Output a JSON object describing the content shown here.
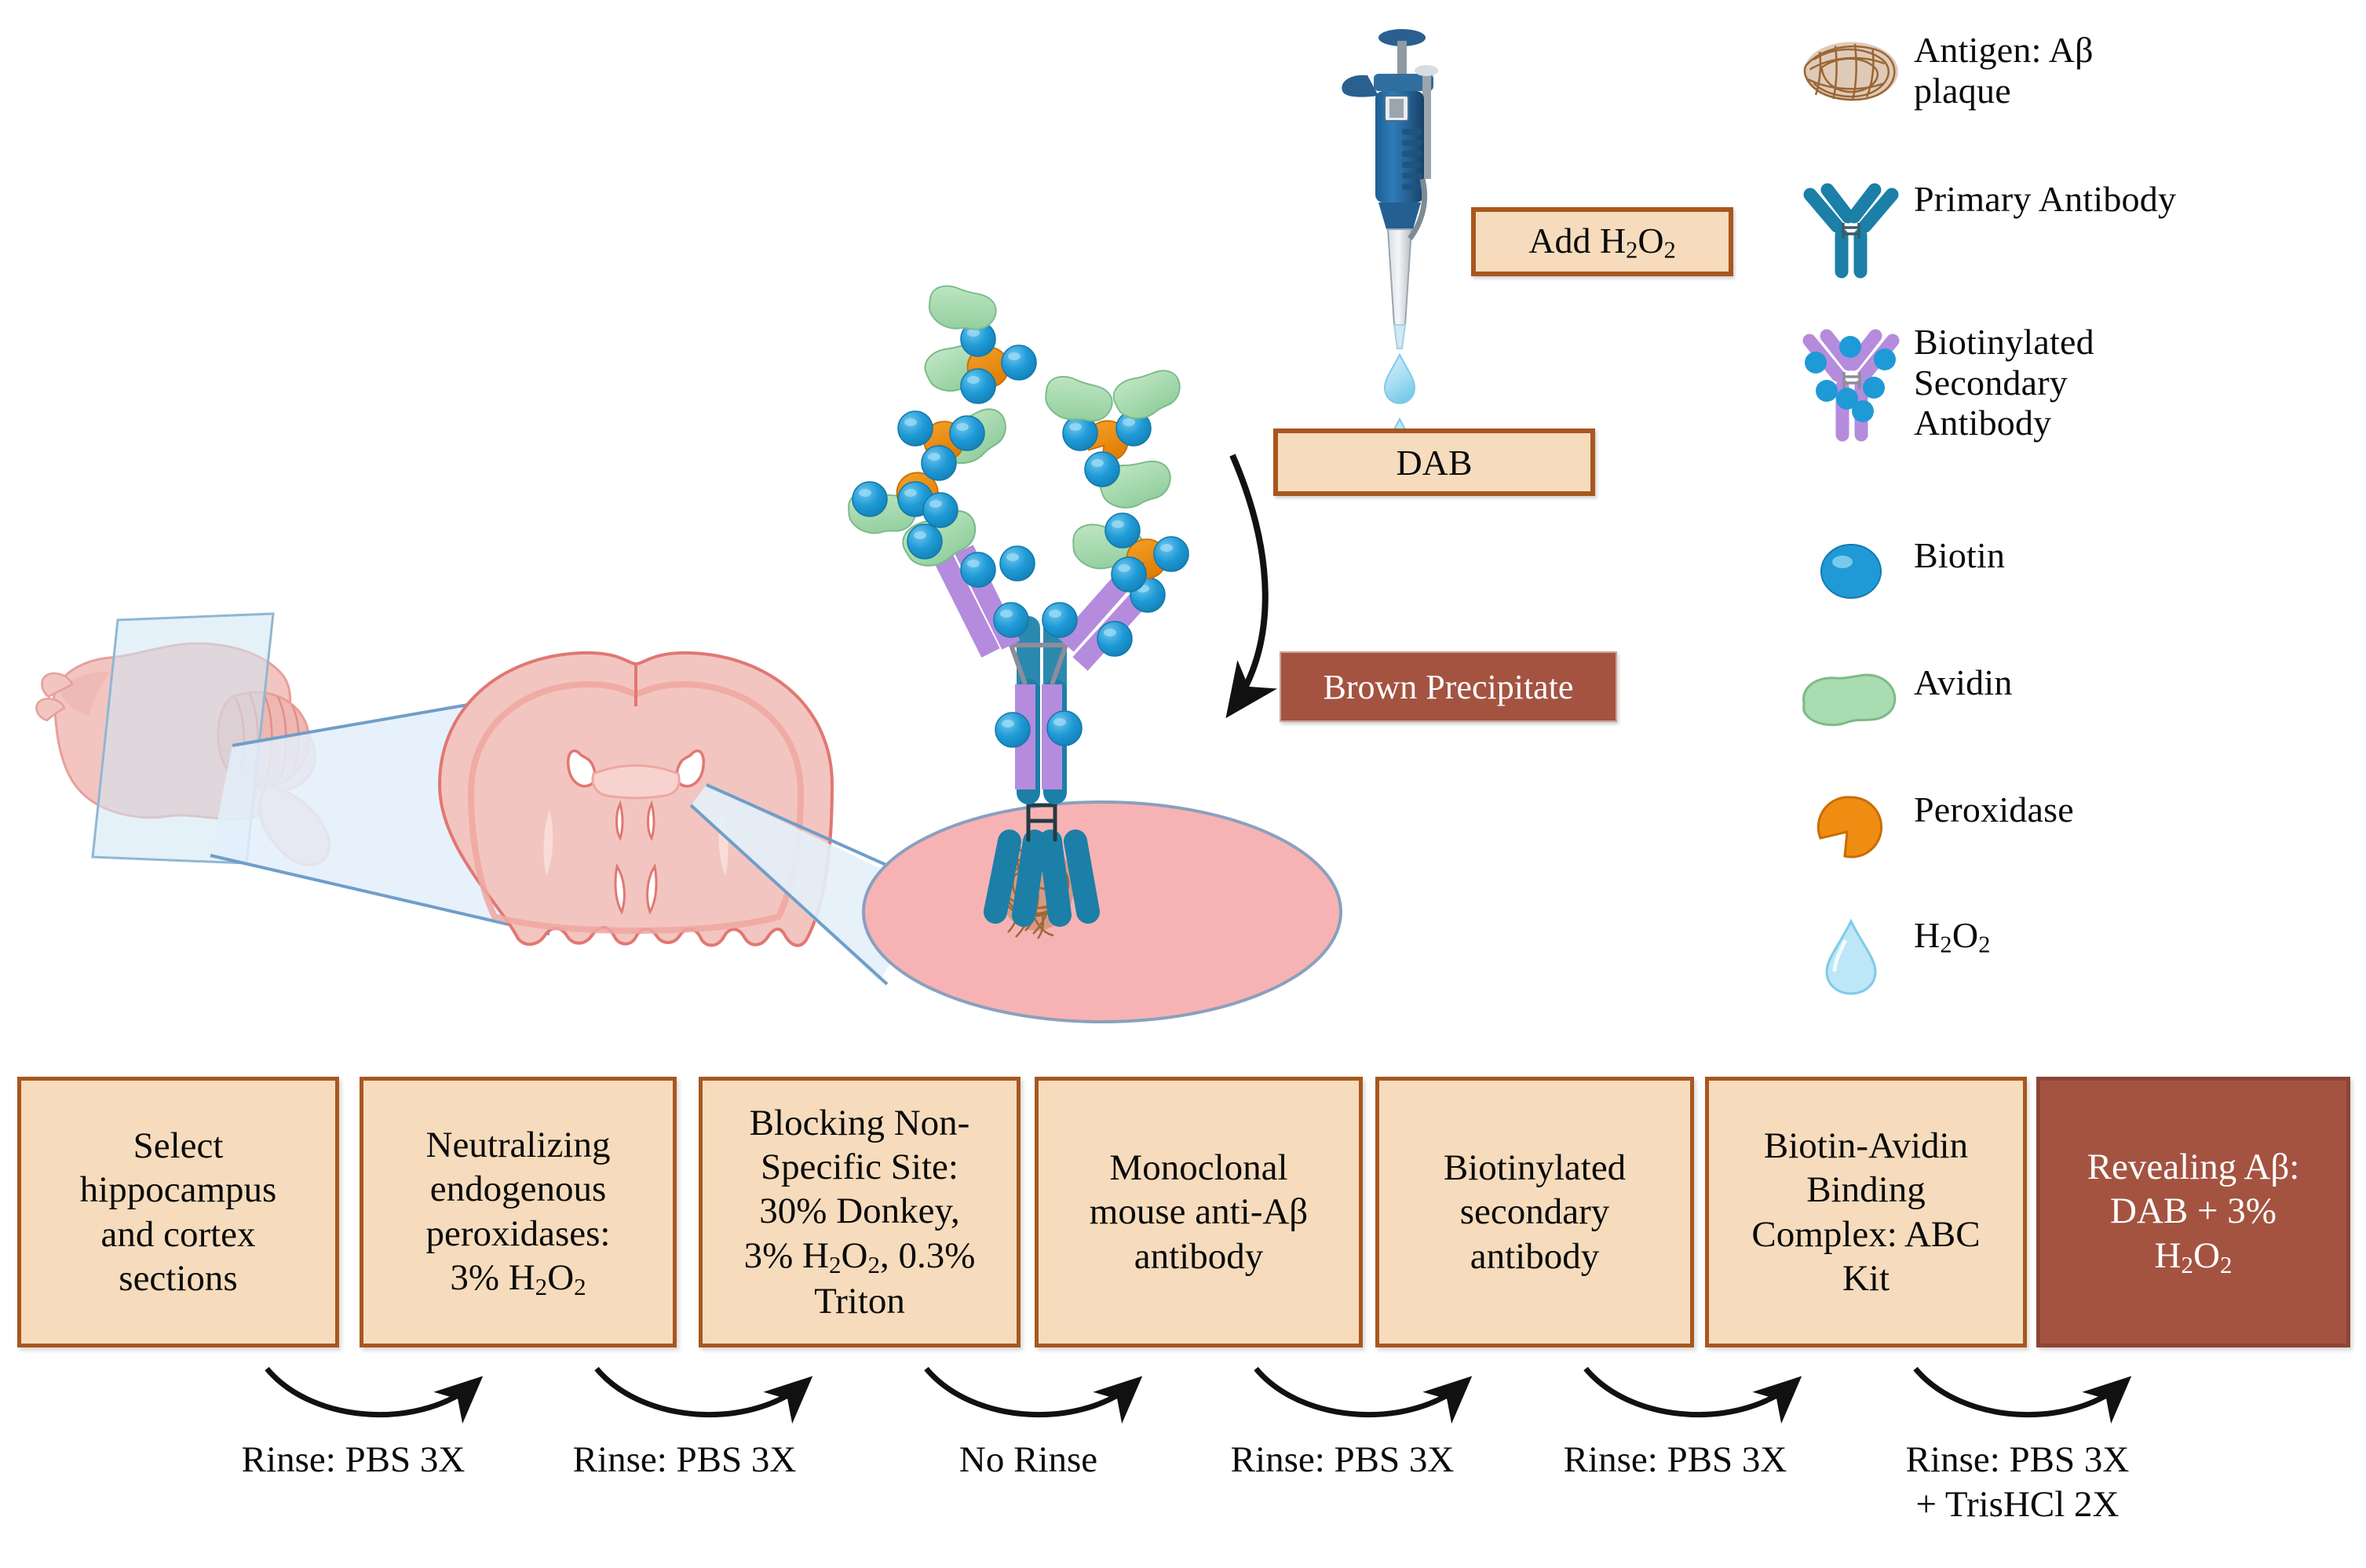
{
  "legend": {
    "items": [
      {
        "icon": "plaque-icon",
        "label_html": "Antigen: A&beta;<br>plaque"
      },
      {
        "icon": "primary-antibody-icon",
        "label_html": "Primary Antibody"
      },
      {
        "icon": "biotinylated-secondary-icon",
        "label_html": "Biotinylated<br>Secondary<br>Antibody"
      },
      {
        "icon": "biotin-icon",
        "label_html": "Biotin"
      },
      {
        "icon": "avidin-icon",
        "label_html": "Avidin"
      },
      {
        "icon": "peroxidase-icon",
        "label_html": "Peroxidase"
      },
      {
        "icon": "h2o2-droplet-icon",
        "label_html": "H<sub>2</sub>O<sub>2</sub>"
      }
    ]
  },
  "callouts": {
    "add_h2o2": "Add H<sub>2</sub>O<sub>2</sub>",
    "dab": "DAB",
    "brown_precipitate": "Brown Precipitate"
  },
  "workflow": {
    "steps": [
      {
        "text_html": "Select<br>hippocampus<br>and cortex<br>sections",
        "final": false
      },
      {
        "text_html": "Neutralizing<br>endogenous<br>peroxidases:<br>3% H<sub>2</sub>O<sub>2</sub>",
        "final": false
      },
      {
        "text_html": "Blocking Non-<br>Specific Site:<br>30% Donkey,<br>3% H<sub>2</sub>O<sub>2</sub>, 0.3%<br>Triton",
        "final": false
      },
      {
        "text_html": "Monoclonal<br>mouse anti-A&beta;<br>antibody",
        "final": false
      },
      {
        "text_html": "Biotinylated<br>secondary<br>antibody",
        "final": false
      },
      {
        "text_html": "Biotin-Avidin<br>Binding<br>Complex: ABC<br>Kit",
        "final": false
      },
      {
        "text_html": "Revealing A&beta;:<br>DAB + 3%<br>H<sub>2</sub>O<sub>2</sub>",
        "final": true
      }
    ],
    "transitions": [
      {
        "text_html": "Rinse: PBS 3X"
      },
      {
        "text_html": "Rinse: PBS 3X"
      },
      {
        "text_html": "No Rinse"
      },
      {
        "text_html": "Rinse: PBS 3X"
      },
      {
        "text_html": "Rinse: PBS 3X"
      },
      {
        "text_html": "Rinse: PBS 3X<br>+ TrisHCl 2X"
      }
    ]
  },
  "colors": {
    "tan_fill": "#f6dcbd",
    "tan_border": "#a8571f",
    "brown_fill": "#a45341",
    "biotin_blue": "#1f9ad6",
    "primary_antibody_blue": "#1b7fa8",
    "secondary_purple": "#b58bdd",
    "avidin_green": "#a9dcb0",
    "peroxidase_orange": "#ef8c12",
    "plaque_brown": "#b07b4e",
    "tissue_pink": "#f7b3b3",
    "brain_pink": "#f3c5c0",
    "slide_blue": "#bcd9ee",
    "droplet_blue": "#a9ddf3"
  }
}
